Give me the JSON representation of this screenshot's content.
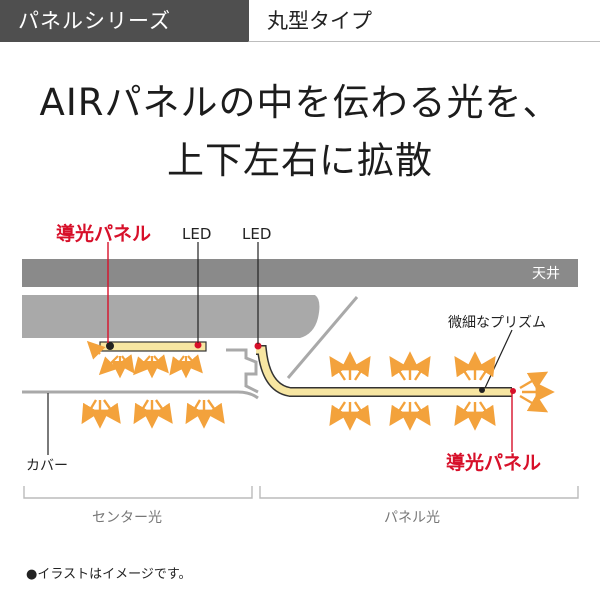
{
  "tabs": {
    "active": "パネルシリーズ",
    "inactive": "丸型タイプ"
  },
  "headline": {
    "line1": "AIRパネルの中を伝わる光を、",
    "line2": "上下左右に拡散"
  },
  "diagram": {
    "label_light_panel_left": "導光パネル",
    "label_led_1": "LED",
    "label_led_2": "LED",
    "label_ceiling": "天井",
    "label_prism": "微細なプリズム",
    "label_cover": "カバー",
    "label_light_panel_right": "導光パネル",
    "label_center_light": "センター光",
    "label_panel_light": "パネル光"
  },
  "footnote": "●イラストはイメージです。",
  "colors": {
    "accent_red": "#d7102a",
    "light_orange": "#f3a23c",
    "panel_yellow": "#f7e6a2",
    "ceiling_gray": "#8a8a8a",
    "body_gray": "#a9a9a9"
  }
}
